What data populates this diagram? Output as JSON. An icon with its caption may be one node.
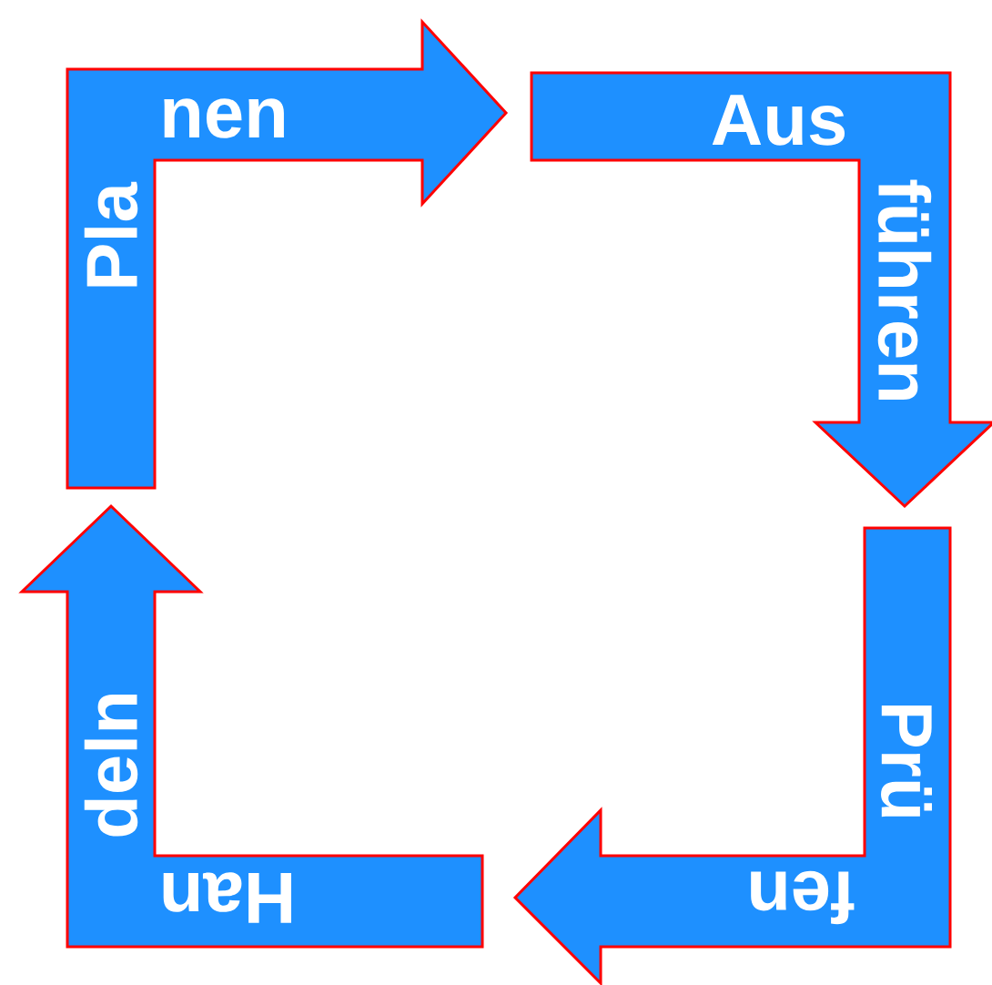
{
  "diagram": {
    "nodes": [
      {
        "text": [
          "Pla",
          "nen"
        ]
      },
      {
        "text": [
          "Aus",
          "führen"
        ]
      },
      {
        "text": [
          "Prü",
          "fen"
        ]
      },
      {
        "text": [
          "Han",
          "deln"
        ]
      }
    ]
  }
}
